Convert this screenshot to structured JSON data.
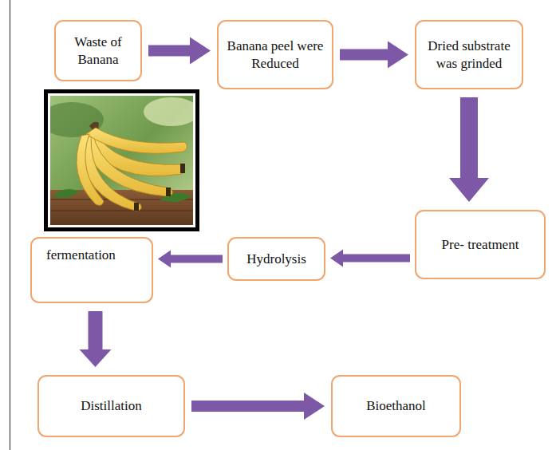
{
  "diagram": {
    "nodes": [
      {
        "text": [
          "Waste of Banana"
        ]
      },
      {
        "text": [
          "Banana peel were Reduced"
        ]
      },
      {
        "text": [
          "Dried substrate was grinded"
        ]
      },
      {
        "text": [
          "Pre- treatment"
        ]
      },
      {
        "text": [
          "Hydrolysis"
        ]
      },
      {
        "text": [
          "fermentation"
        ]
      },
      {
        "text": [
          "Distillation"
        ]
      },
      {
        "text": [
          "Bioethanol"
        ]
      }
    ],
    "edges": [
      {
        "from": 0,
        "to": 1,
        "arrow": "to"
      },
      {
        "from": 1,
        "to": 2,
        "arrow": "to"
      },
      {
        "from": 2,
        "to": 3,
        "arrow": "to"
      },
      {
        "from": 3,
        "to": 4,
        "arrow": "to"
      },
      {
        "from": 4,
        "to": 5,
        "arrow": "to"
      },
      {
        "from": 5,
        "to": 6,
        "arrow": "to"
      },
      {
        "from": 6,
        "to": 7,
        "arrow": "to"
      }
    ]
  }
}
